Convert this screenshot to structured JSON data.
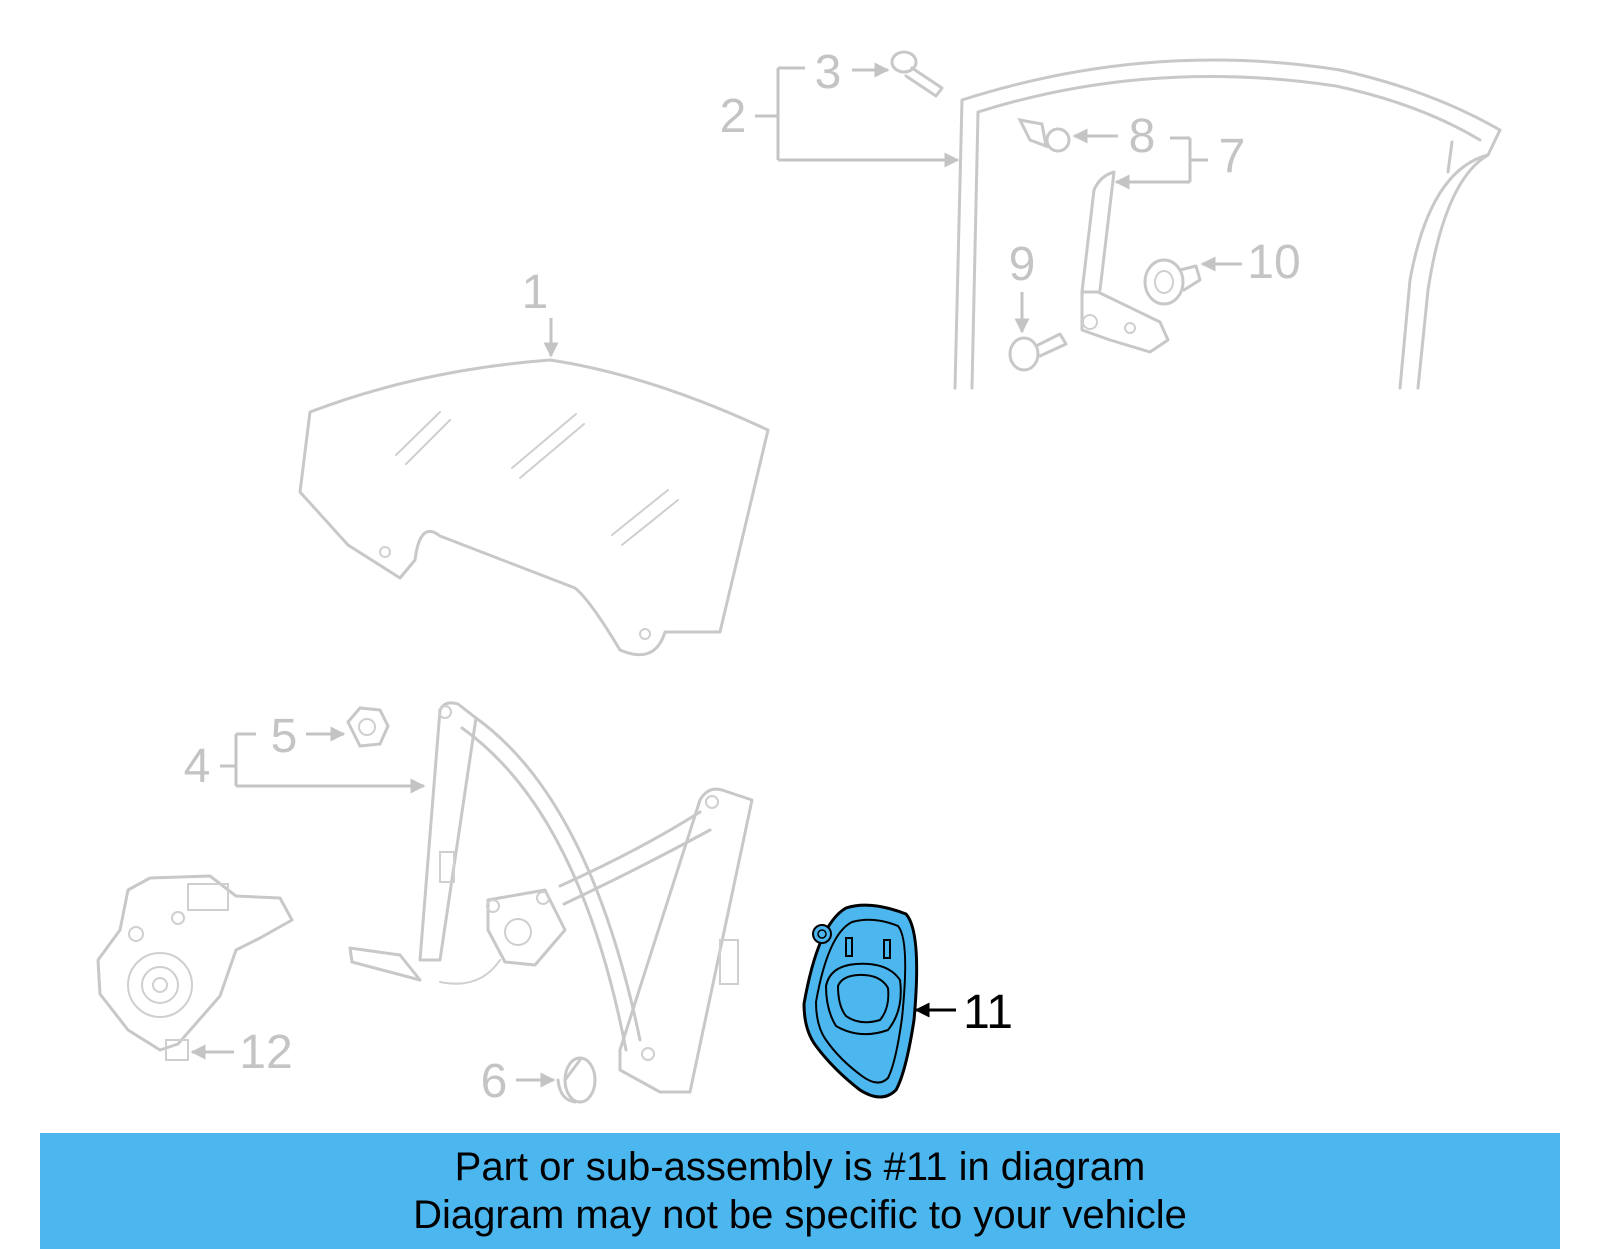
{
  "diagram": {
    "callouts": {
      "c1": "1",
      "c2": "2",
      "c3": "3",
      "c4": "4",
      "c5": "5",
      "c6": "6",
      "c7": "7",
      "c8": "8",
      "c9": "9",
      "c10": "10",
      "c11": "11",
      "c12": "12"
    },
    "highlight_color": "#4cb7ee",
    "ghost_color": "#c8c8c8"
  },
  "banner": {
    "line1": "Part or sub-assembly is #11 in diagram",
    "line2": "Diagram may not be specific to your vehicle",
    "background": "#4cb7ee"
  }
}
